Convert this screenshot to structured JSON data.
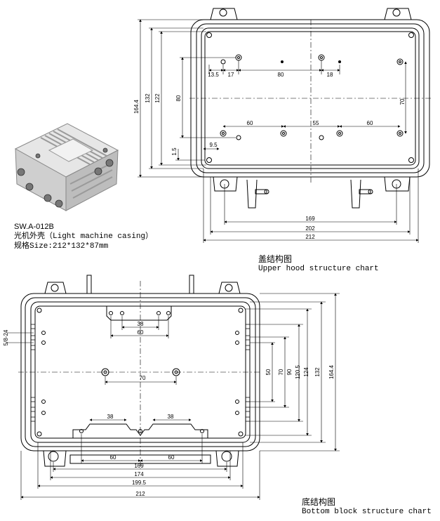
{
  "product": {
    "model": "SW.A-012B",
    "name": "光机外壳（Light machine casing）",
    "size": "规格Size:212*132*87mm"
  },
  "upper_view": {
    "caption_cn": "盖结构图",
    "caption_en": "Upper hood structure chart",
    "dims": {
      "d164_4": "164.4",
      "d132": "132",
      "d122": "122",
      "d80v": "80",
      "d1_5": "1.5",
      "d13_5": "13.5",
      "d17": "17",
      "d80h": "80",
      "d18": "18",
      "d70": "70",
      "d60a": "60",
      "d55": "55",
      "d60b": "60",
      "d9_5": "9.5",
      "d169": "169",
      "d202": "202",
      "d212": "212"
    }
  },
  "bottom_view": {
    "caption_cn": "底结构图",
    "caption_en": "Bottom block structure chart",
    "dims": {
      "d5_8_24": "5/8-24",
      "d38top": "38",
      "d60top": "60",
      "d70": "70",
      "d38l": "38",
      "d38r": "38",
      "d60l": "60",
      "d60r": "60",
      "d169": "169",
      "d174": "174",
      "d199_5": "199.5",
      "d212": "212",
      "d50": "50",
      "d70v": "70",
      "d90": "90",
      "d120_5": "120.5",
      "d124": "124",
      "d132": "132",
      "d164_4": "164.4"
    }
  }
}
